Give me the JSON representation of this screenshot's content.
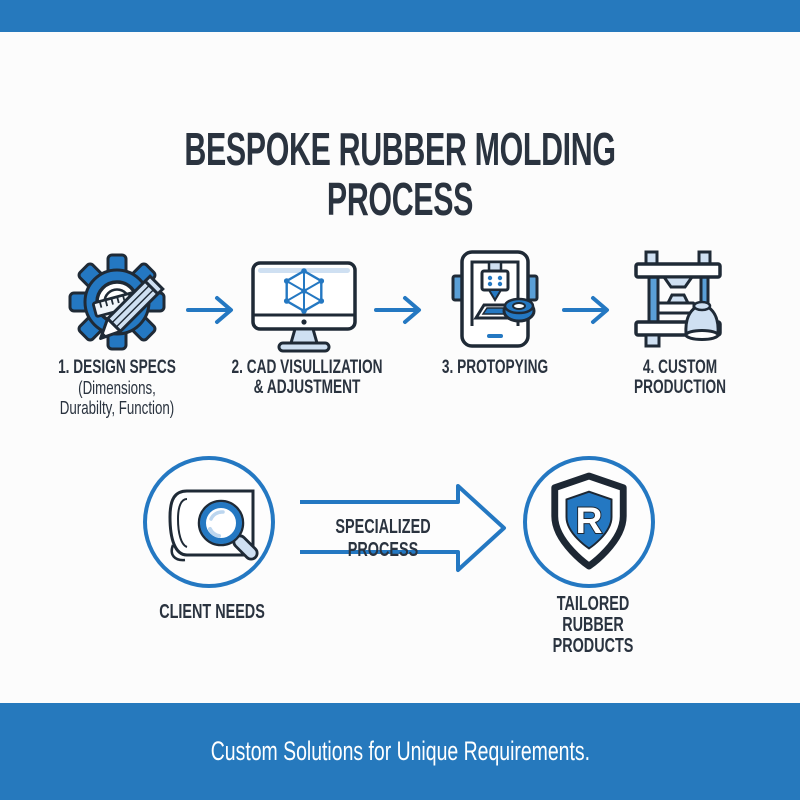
{
  "colors": {
    "accent_blue": "#2478c2",
    "outline_navy": "#1f2a36",
    "text_navy": "#2a333f",
    "icon_light_fill": "#cfe0f2",
    "banner_blue": "#2679bd",
    "background": "#fcfcfc"
  },
  "header": {
    "title": "BESPOKE RUBBER MOLDING PROCESS"
  },
  "steps": [
    {
      "icon": "gear-ruler-pencil-icon",
      "title": "1. DESIGN SPECS",
      "subtitle": "(Dimensions,\nDurabilty, Function)"
    },
    {
      "icon": "cad-monitor-icon",
      "title": "2. CAD VISULLIZATION\n& ADJUSTMENT",
      "subtitle": ""
    },
    {
      "icon": "printer-prototype-icon",
      "title": "3. PROTOPYING",
      "subtitle": ""
    },
    {
      "icon": "molding-press-icon",
      "title": "4. CUSTOM\nPRODUCTION",
      "subtitle": ""
    }
  ],
  "step_connector_icon": "arrow-right-icon",
  "flow": {
    "source": {
      "icon": "blueprint-magnifier-icon",
      "label": "CLIENT NEEDS"
    },
    "arrow_label": "SPECIALIZED PROCESS",
    "result": {
      "icon": "shield-r-icon",
      "shield_letter": "R",
      "label": "TAILORED\nRUBBER\nPRODUCTS"
    }
  },
  "footer": {
    "tagline": "Custom Solutions for Unique Requirements."
  }
}
